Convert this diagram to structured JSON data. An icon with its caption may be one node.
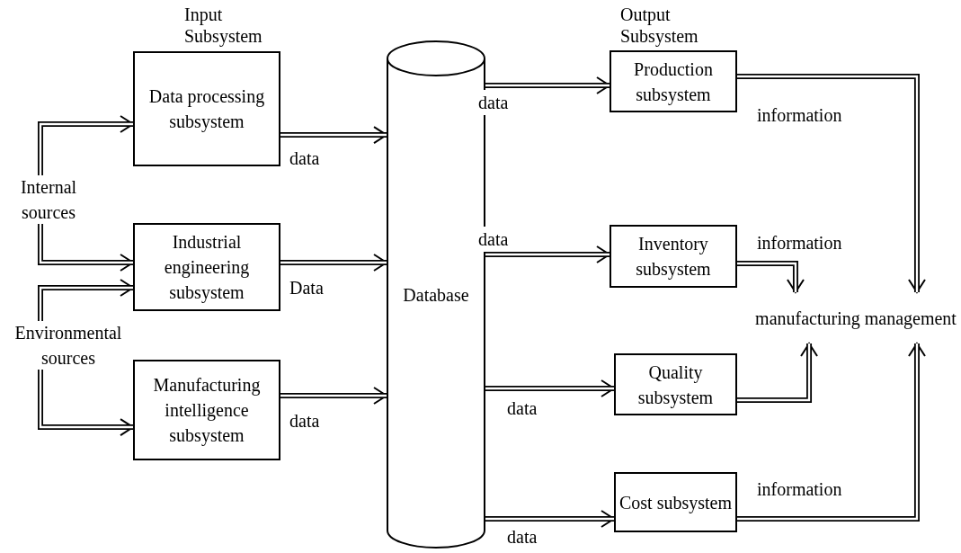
{
  "diagram": {
    "nodes": [
      {
        "text": [
          "Data processing subsystem"
        ]
      },
      {
        "text": [
          "Industrial engineering subsystem"
        ]
      },
      {
        "text": [
          "Manufacturing intelligence subsystem"
        ]
      },
      {
        "text": [
          "Database"
        ]
      },
      {
        "text": [
          "Production subsystem"
        ]
      },
      {
        "text": [
          "Inventory subsystem"
        ]
      },
      {
        "text": [
          "Quality subsystem"
        ]
      },
      {
        "text": [
          "Cost subsystem"
        ]
      },
      {
        "text": [
          "Internal sources"
        ]
      },
      {
        "text": [
          "Environmental sources"
        ]
      },
      {
        "text": [
          "manufacturing management"
        ]
      }
    ],
    "edges": [
      {
        "from": 8,
        "to": 0,
        "arrow": "to"
      },
      {
        "from": 8,
        "to": 1,
        "arrow": "to"
      },
      {
        "from": 9,
        "to": 1,
        "arrow": "to"
      },
      {
        "from": 9,
        "to": 2,
        "arrow": "to"
      },
      {
        "from": 0,
        "to": 3,
        "arrow": "to",
        "label": "data"
      },
      {
        "from": 1,
        "to": 3,
        "arrow": "to",
        "label": "Data"
      },
      {
        "from": 2,
        "to": 3,
        "arrow": "to",
        "label": "data"
      },
      {
        "from": 3,
        "to": 4,
        "arrow": "to",
        "label": "data"
      },
      {
        "from": 3,
        "to": 5,
        "arrow": "to",
        "label": "data"
      },
      {
        "from": 3,
        "to": 6,
        "arrow": "to",
        "label": "data"
      },
      {
        "from": 3,
        "to": 7,
        "arrow": "to",
        "label": "data"
      },
      {
        "from": 4,
        "to": 10,
        "arrow": "to",
        "label": "information"
      },
      {
        "from": 5,
        "to": 10,
        "arrow": "to",
        "label": "information"
      },
      {
        "from": 6,
        "to": 10,
        "arrow": "to"
      },
      {
        "from": 7,
        "to": 10,
        "arrow": "to",
        "label": "information"
      }
    ],
    "labels": [
      "Input Subsystem",
      "Output Subsystem"
    ]
  }
}
